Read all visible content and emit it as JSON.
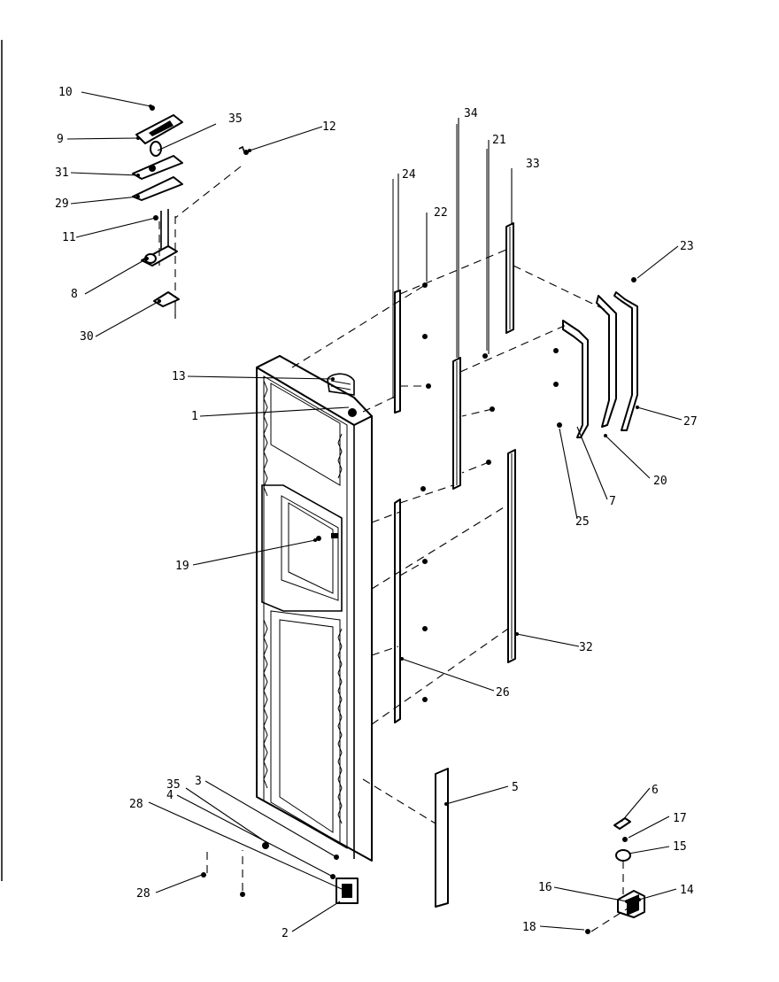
{
  "callouts": {
    "c1": "1",
    "c2": "2",
    "c3": "3",
    "c4": "4",
    "c5": "5",
    "c6": "6",
    "c7": "7",
    "c8": "8",
    "c9": "9",
    "c10": "10",
    "c11": "11",
    "c12": "12",
    "c13": "13",
    "c14": "14",
    "c15": "15",
    "c16": "16",
    "c17": "17",
    "c18": "18",
    "c19": "19",
    "c20": "20",
    "c21": "21",
    "c22": "22",
    "c23": "23",
    "c24": "24",
    "c25": "25",
    "c26": "26",
    "c27": "27",
    "c28a": "28",
    "c28b": "28",
    "c29": "29",
    "c30": "30",
    "c31": "31",
    "c32": "32",
    "c33": "33",
    "c34": "34",
    "c35a": "35",
    "c35b": "35"
  }
}
